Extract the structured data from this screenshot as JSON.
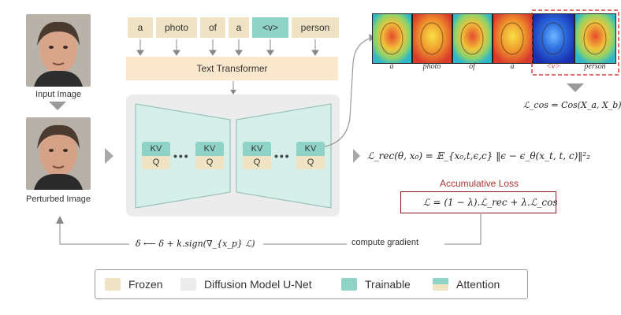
{
  "images": {
    "input_label": "Input Image",
    "perturbed_label": "Perturbed Image"
  },
  "tokens": [
    "a",
    "photo",
    "of",
    "a",
    "<v>",
    "person"
  ],
  "text_transformer": "Text Transformer",
  "attention_block": {
    "kv": "KV",
    "q": "Q",
    "dots": "•••"
  },
  "attention_words": [
    "a",
    "photo",
    "of",
    "a",
    "<v>",
    "person"
  ],
  "equations": {
    "cos": "ℒ_cos = Cos(X_a, X_b)",
    "rec": "ℒ_rec(θ, x₀) = 𝔼_{x₀,t,ϵ,c} ‖ϵ − ϵ_θ(x_t, t, c)‖²₂",
    "total": "ℒ = (1 − λ).ℒ_rec + λ.ℒ_cos",
    "update": "δ ⟵ δ + k.sign(∇_{x_p} ℒ)"
  },
  "accumulative_loss_title": "Accumulative Loss",
  "compute_gradient": "compute gradient",
  "legend": [
    {
      "label": "Frozen",
      "color": "#efe3c4"
    },
    {
      "label": "Diffusion Model U-Net",
      "color": "#ececec"
    },
    {
      "label": "Trainable",
      "color": "#8fd3c7"
    },
    {
      "label": "Attention",
      "color": "#8fd3c7"
    }
  ],
  "colors": {
    "frozen": "#efe3c4",
    "unet": "#ececec",
    "trainable": "#8fd3c7",
    "text_transformer": "#fbe8cc",
    "accent_red": "#a33"
  }
}
